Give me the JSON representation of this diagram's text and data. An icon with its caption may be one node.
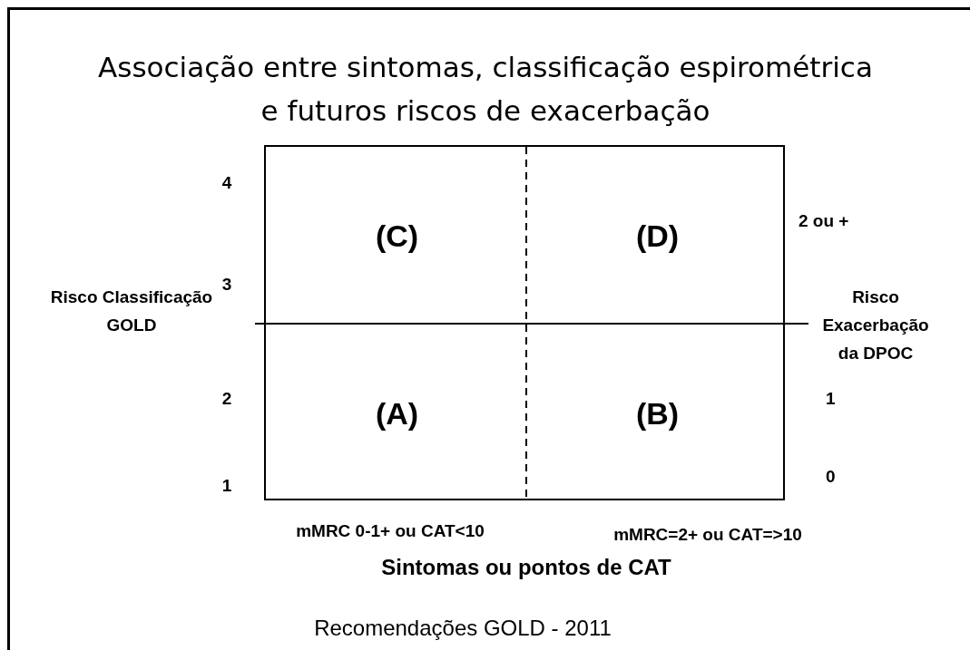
{
  "diagram": {
    "title": "Associação entre sintomas, classificação espirométrica e futuros riscos de exacerbação",
    "nodes": [
      {
        "text": [],
        "shape": "box"
      },
      {
        "text": [
          "(C)"
        ],
        "in": 0
      },
      {
        "text": [
          "(D)"
        ],
        "in": 0
      },
      {
        "text": [
          "(A)"
        ],
        "in": 0
      },
      {
        "text": [
          "(B)"
        ],
        "in": 0
      }
    ],
    "labels": [
      "4",
      "2 ou +",
      "3",
      "Risco Classificação GOLD",
      "Risco Exacerbação da DPOC",
      "2",
      "1",
      "1",
      "0",
      "mMRC 0-1+ ou CAT<10",
      "mMRC=2+ ou CAT=>10",
      "Sintomas ou pontos  de CAT",
      "Recomendações GOLD - 2011"
    ]
  }
}
